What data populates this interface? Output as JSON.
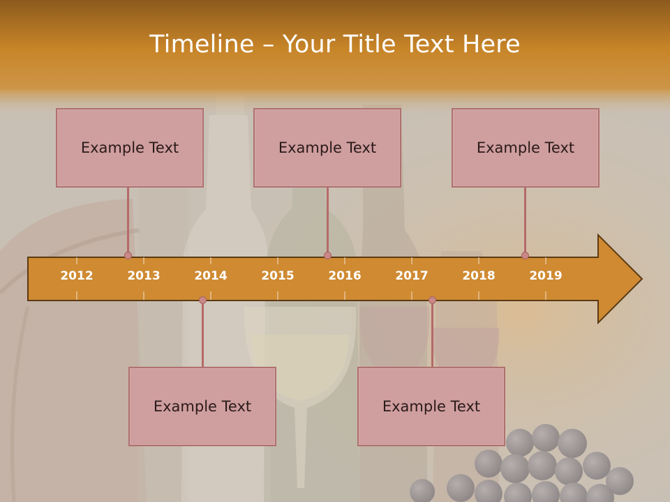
{
  "slide": {
    "title": "Timeline – Your Title Text Here"
  },
  "timeline": {
    "years": [
      "2012",
      "2013",
      "2014",
      "2015",
      "2016",
      "2017",
      "2018",
      "2019"
    ],
    "top_events": [
      {
        "label": "Example Text"
      },
      {
        "label": "Example Text"
      },
      {
        "label": "Example Text"
      }
    ],
    "bottom_events": [
      {
        "label": "Example Text"
      },
      {
        "label": "Example Text"
      }
    ]
  },
  "colors": {
    "arrow_fill": "#cf8a32",
    "arrow_stroke": "#5a3a14",
    "box_fill": "#cf9e9e",
    "box_border": "#b07070",
    "header_band": "#b4761f"
  }
}
